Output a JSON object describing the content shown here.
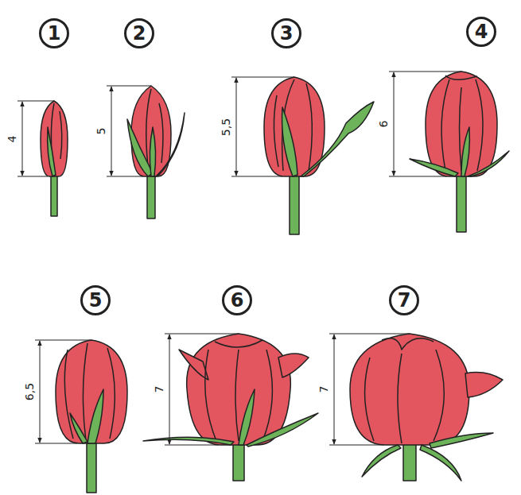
{
  "diagram": {
    "nodes": [
      {
        "text": [
          "1"
        ]
      },
      {
        "text": [
          "2"
        ]
      },
      {
        "text": [
          "3"
        ]
      },
      {
        "text": [
          "4"
        ]
      },
      {
        "text": [
          "5"
        ]
      },
      {
        "text": [
          "6"
        ]
      },
      {
        "text": [
          "7"
        ]
      }
    ],
    "labels": [
      "4",
      "5",
      "5,5",
      "6",
      "6,5",
      "7",
      "7"
    ]
  }
}
